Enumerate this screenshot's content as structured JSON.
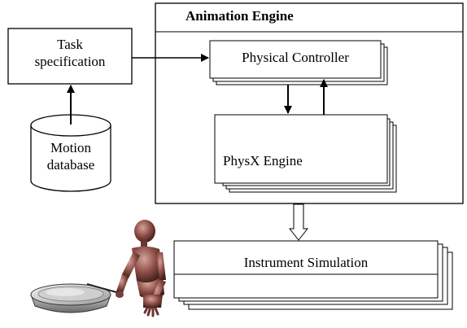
{
  "diagram": {
    "engine_title": "Animation Engine",
    "task_spec": {
      "line1": "Task",
      "line2": "specification"
    },
    "physical_controller": "Physical Controller",
    "physx_engine": "PhysX Engine",
    "motion_db": {
      "line1": "Motion",
      "line2": "database"
    },
    "instrument_sim": "Instrument Simulation",
    "figure_icon": "drummer-figure-icon",
    "drum_icon": "drum-icon"
  }
}
